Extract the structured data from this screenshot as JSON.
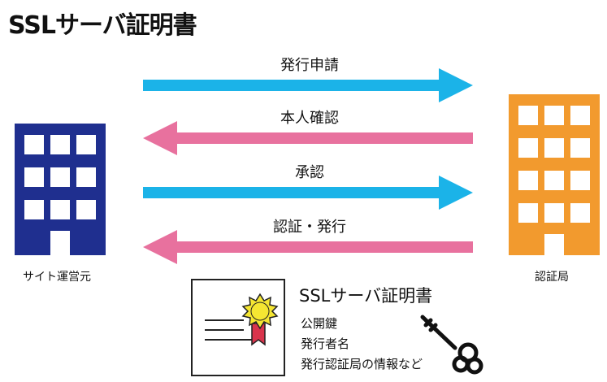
{
  "title": "SSLサーバ証明書",
  "arrows": [
    {
      "label": "発行申請",
      "direction": "right",
      "color": "#1bb3e8"
    },
    {
      "label": "本人確認",
      "direction": "left",
      "color": "#e8719e"
    },
    {
      "label": "承認",
      "direction": "right",
      "color": "#1bb3e8"
    },
    {
      "label": "認証・発行",
      "direction": "left",
      "color": "#e8719e"
    }
  ],
  "site_operator": {
    "label": "サイト運営元",
    "color": "#1f2f8f"
  },
  "cert_authority": {
    "label": "認証局",
    "color": "#f29a2e"
  },
  "certificate": {
    "title": "SSLサーバ証明書",
    "items": [
      "公開鍵",
      "発行者名",
      "発行認証局の情報など"
    ],
    "seal_color": "#f5e632",
    "ribbon_color": "#d9344c"
  }
}
